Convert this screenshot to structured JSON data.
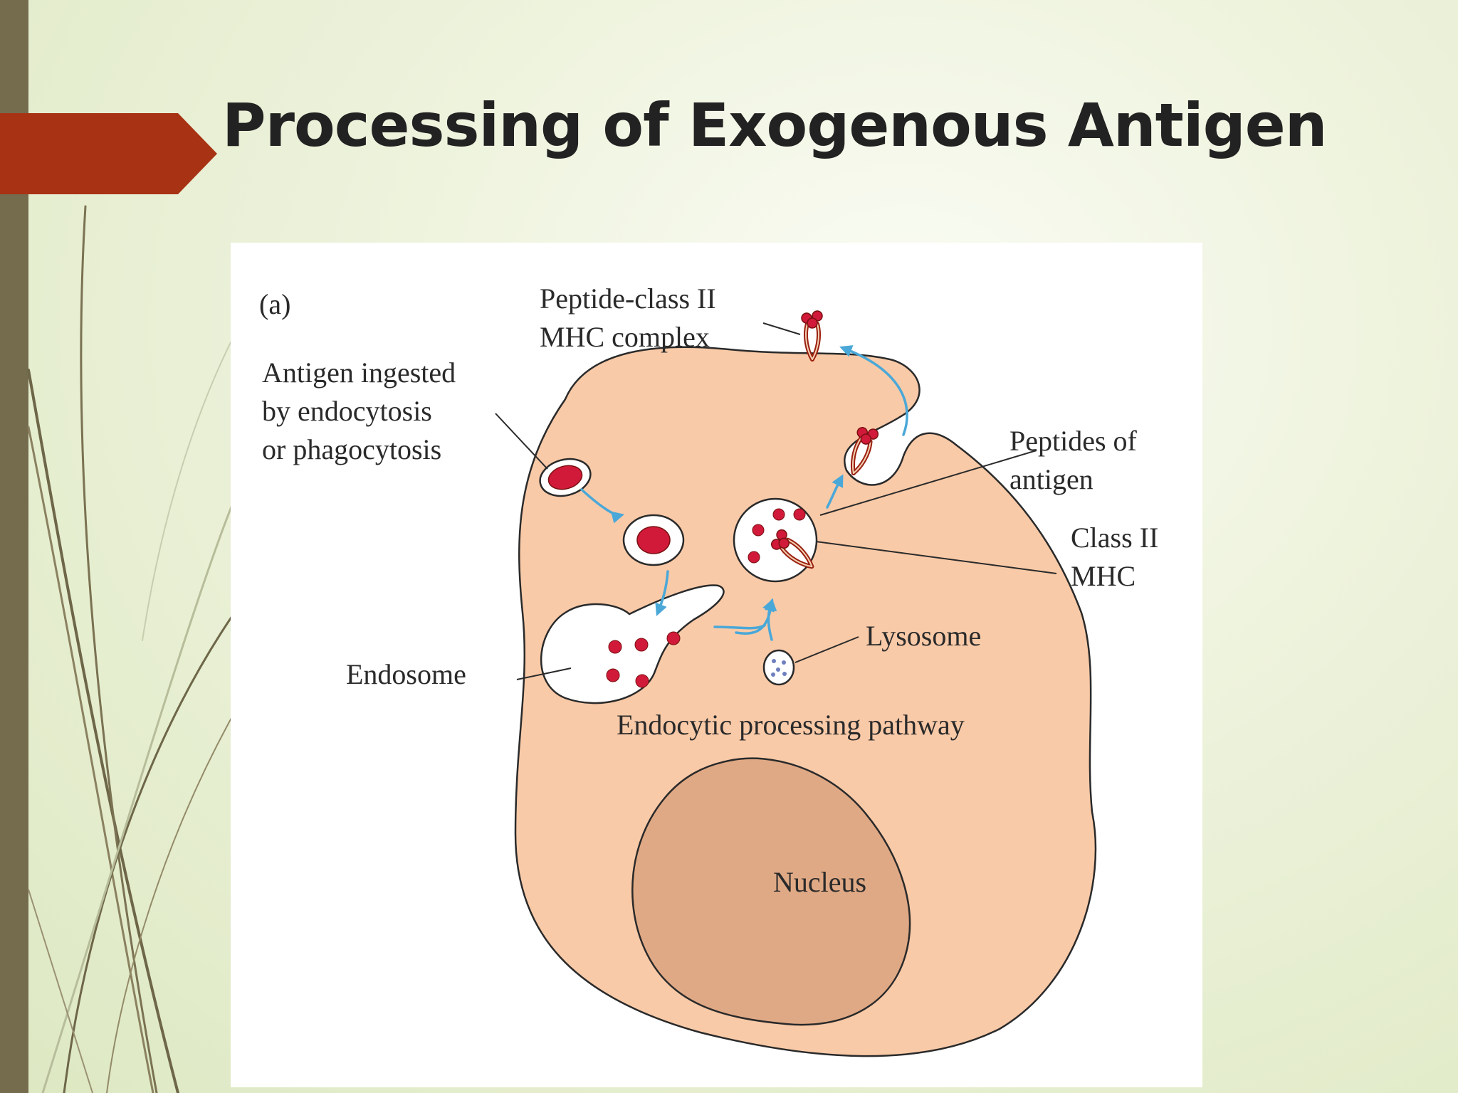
{
  "slide": {
    "title": "Processing of Exogenous Antigen",
    "colors": {
      "background": "#eef3dd",
      "left_bar": "#756c4e",
      "title_arrow": "#a83214",
      "title_text": "#222222",
      "cell": "#f9caa8",
      "nucleus": "#e0a985",
      "arrow": "#4aa8d8",
      "antigen": "#d11a3a"
    }
  },
  "diagram": {
    "panel_label": "(a)",
    "labels": {
      "peptide_complex": [
        "Peptide-class II",
        "MHC complex"
      ],
      "antigen_ingested": [
        "Antigen ingested",
        "by endocytosis",
        "or phagocytosis"
      ],
      "peptides_of_antigen": [
        "Peptides of",
        "antigen"
      ],
      "class_ii_mhc": [
        "Class II",
        "MHC"
      ],
      "lysosome": "Lysosome",
      "endosome": "Endosome",
      "pathway": "Endocytic processing pathway",
      "nucleus": "Nucleus"
    }
  }
}
